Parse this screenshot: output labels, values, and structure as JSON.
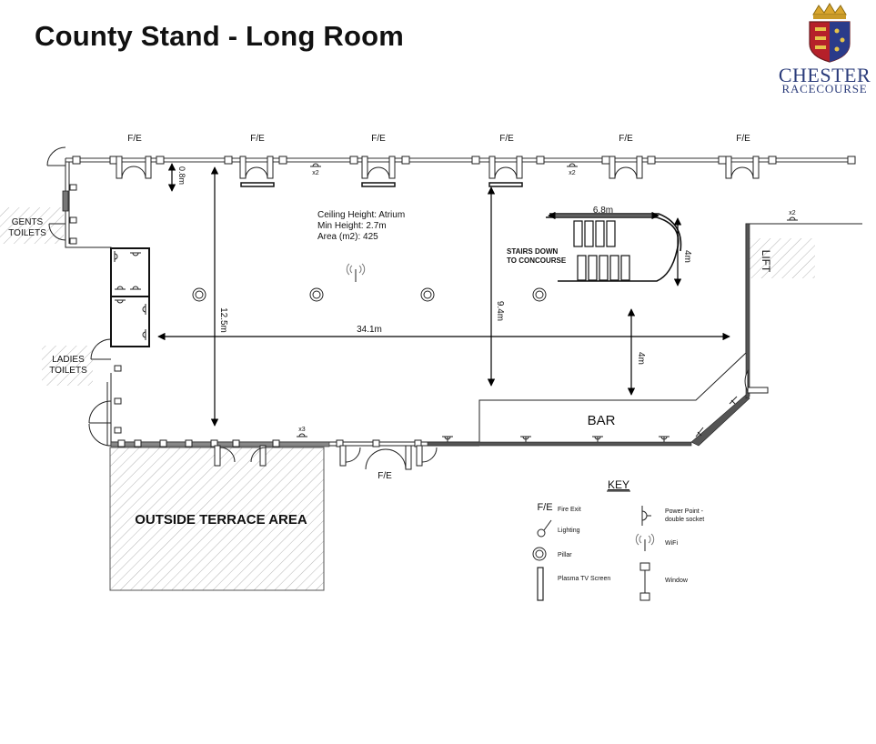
{
  "title": "County Stand - Long Room",
  "logo": {
    "line1": "CHESTER",
    "line2": "RACECOURSE"
  },
  "info": {
    "ceiling": "Ceiling Height: Atrium",
    "min_height": "Min Height: 2.7m",
    "area": "Area (m2): 425"
  },
  "labels": {
    "fire_exit": "F/E",
    "gents_1": "GENTS",
    "gents_2": "TOILETS",
    "ladies_1": "LADIES",
    "ladies_2": "TOILETS",
    "stairs_1": "STAIRS DOWN",
    "stairs_2": "TO CONCOURSE",
    "lift": "LIFT",
    "bar": "BAR",
    "terrace": "OUTSIDE TERRACE AREA",
    "x2": "x2",
    "x3": "x3"
  },
  "dimensions": {
    "d08": "0.8m",
    "d125": "12.5m",
    "d341": "34.1m",
    "d94": "9.4m",
    "d68": "6.8m",
    "d4_stairs": "4m",
    "d4_bar": "4m"
  },
  "key": {
    "title": "KEY",
    "fire_exit_sym": "F/E",
    "fire_exit": "Fire Exit",
    "lighting": "Lighting",
    "pillar": "Pillar",
    "tv": "Plasma TV Screen",
    "power_1": "Power Point -",
    "power_2": "double socket",
    "wifi": "WiFi",
    "window": "Window"
  }
}
